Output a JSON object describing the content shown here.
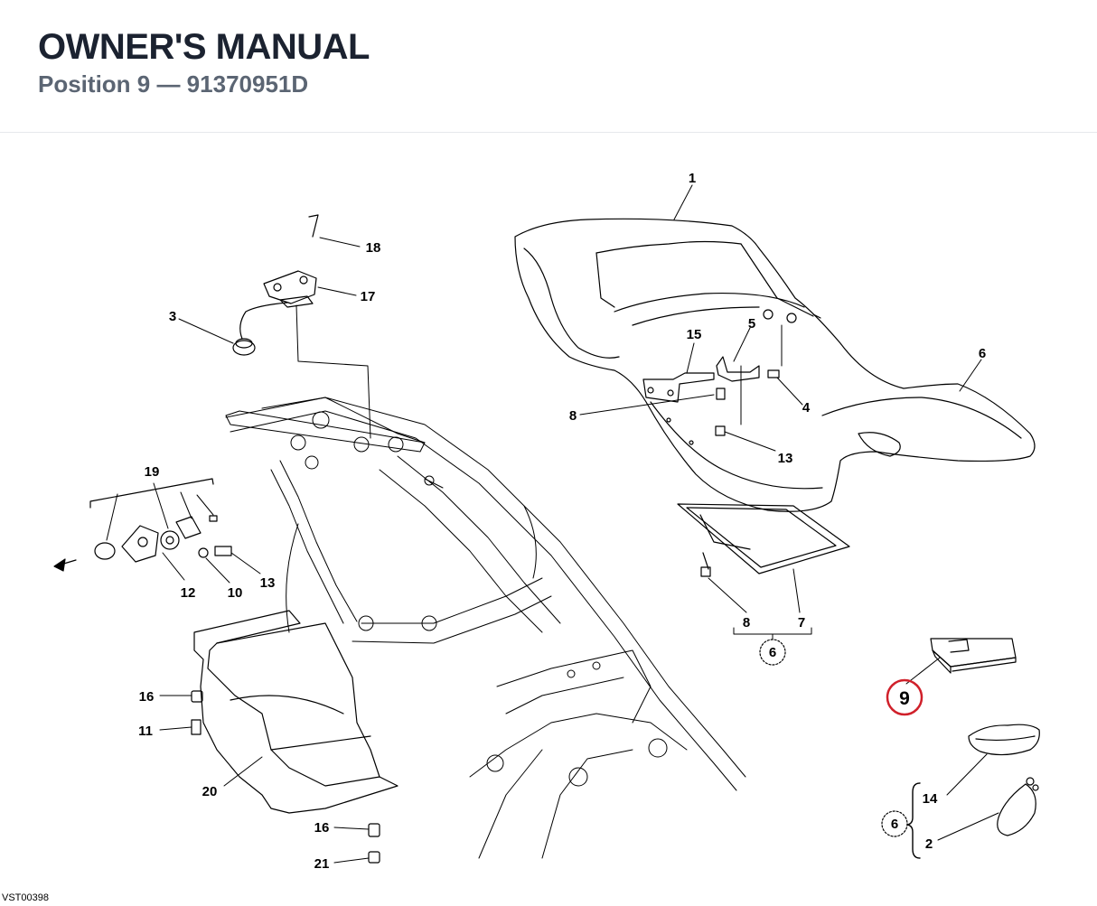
{
  "header": {
    "title": "OWNER'S MANUAL",
    "subtitle": "Position 9 — 91370951D"
  },
  "diagram": {
    "callouts": [
      "1",
      "2",
      "3",
      "4",
      "5",
      "6",
      "6",
      "6",
      "7",
      "8",
      "8",
      "9",
      "10",
      "11",
      "12",
      "13",
      "13",
      "14",
      "15",
      "16",
      "16",
      "17",
      "18",
      "19",
      "20",
      "21"
    ],
    "highlighted_callout": "9",
    "highlight_color": "#d0202a",
    "drawing_code": "VST00398"
  }
}
